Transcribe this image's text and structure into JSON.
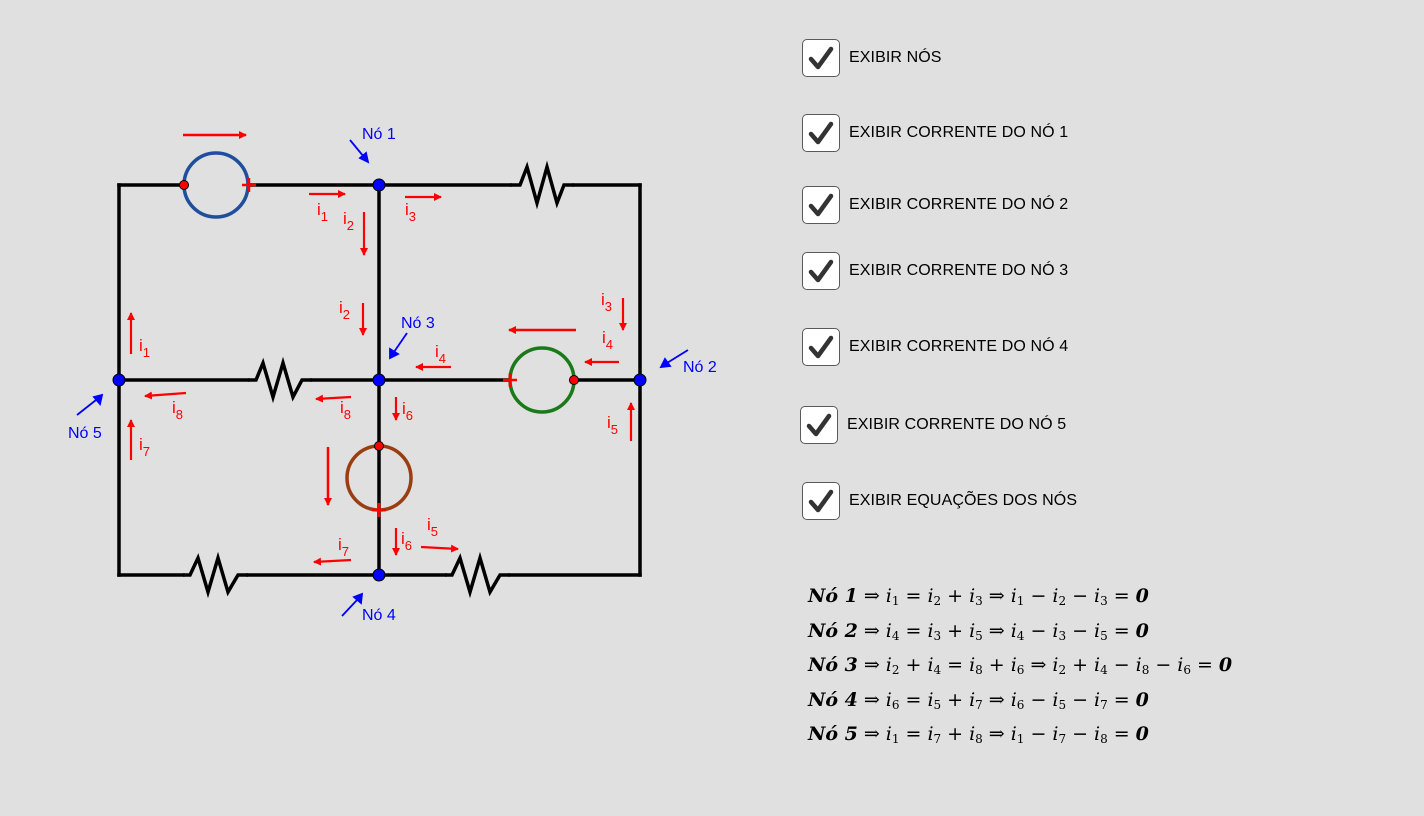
{
  "colors": {
    "wire": "#000000",
    "current_arrow": "#ff0000",
    "node": "#0000ff",
    "node_label": "#0000ff",
    "source_node1": "#1f4e9c",
    "source_node2": "#1a7a1a",
    "source_node4": "#9a3e12",
    "background": "#e0e0e0"
  },
  "nodes": [
    {
      "id": "no1",
      "label": "Nó 1"
    },
    {
      "id": "no2",
      "label": "Nó 2"
    },
    {
      "id": "no3",
      "label": "Nó 3"
    },
    {
      "id": "no4",
      "label": "Nó 4"
    },
    {
      "id": "no5",
      "label": "Nó 5"
    }
  ],
  "currents": {
    "symbol": "i",
    "labels": [
      "1",
      "2",
      "3",
      "2",
      "1",
      "4",
      "3",
      "4",
      "8",
      "8",
      "6",
      "7",
      "5",
      "7",
      "6",
      "5"
    ]
  },
  "checkboxes": [
    {
      "label": "EXIBIR NÓS",
      "checked": true
    },
    {
      "label": "EXIBIR CORRENTE DO NÓ 1",
      "checked": true
    },
    {
      "label": "EXIBIR CORRENTE DO NÓ 2",
      "checked": true
    },
    {
      "label": "EXIBIR CORRENTE DO NÓ 3",
      "checked": true
    },
    {
      "label": "EXIBIR CORRENTE DO NÓ 4",
      "checked": true
    },
    {
      "label": "EXIBIR CORRENTE DO NÓ 5",
      "checked": true
    },
    {
      "label": "EXIBIR EQUAÇÕES DOS NÓS",
      "checked": true
    }
  ],
  "equations": [
    {
      "node": "Nó 1",
      "lhs": [
        "1"
      ],
      "rhs": [
        "2",
        "3"
      ],
      "minus": [
        "2",
        "3"
      ]
    },
    {
      "node": "Nó 2",
      "lhs": [
        "4"
      ],
      "rhs": [
        "3",
        "5"
      ],
      "minus": [
        "3",
        "5"
      ]
    },
    {
      "node": "Nó 3",
      "lhs": [
        "2",
        "4"
      ],
      "rhs": [
        "8",
        "6"
      ],
      "minus": [
        "8",
        "6"
      ]
    },
    {
      "node": "Nó 4",
      "lhs": [
        "6"
      ],
      "rhs": [
        "5",
        "7"
      ],
      "minus": [
        "5",
        "7"
      ]
    },
    {
      "node": "Nó 5",
      "lhs": [
        "1"
      ],
      "rhs": [
        "7",
        "8"
      ],
      "minus": [
        "7",
        "8"
      ]
    }
  ],
  "equation_symbols": {
    "implies": "⇒",
    "equals": "=",
    "plus": "+",
    "minus": "−",
    "zero": "0"
  }
}
